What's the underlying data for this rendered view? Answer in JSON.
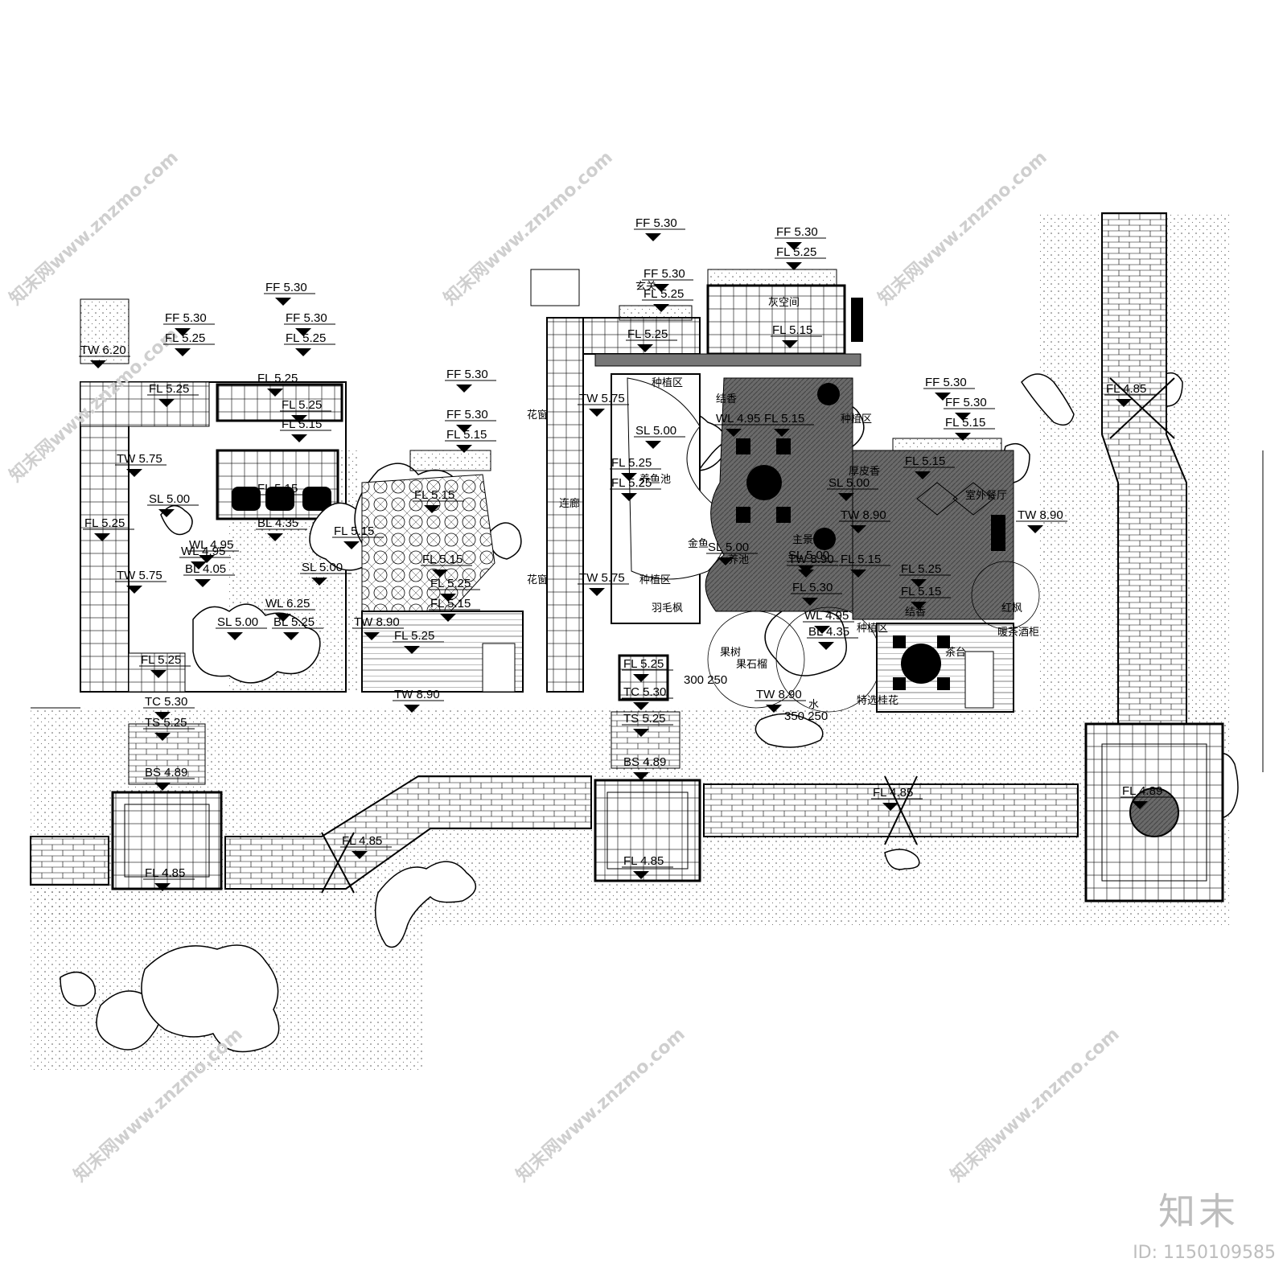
{
  "plan": {
    "elevation_markers": [
      {
        "id": "m1",
        "code": "TW",
        "value": "6.20"
      },
      {
        "id": "m2",
        "code": "FF",
        "value": "5.30"
      },
      {
        "id": "m3",
        "code": "FL",
        "value": "5.25"
      },
      {
        "id": "m4",
        "code": "FF",
        "value": "5.30"
      },
      {
        "id": "m5",
        "code": "FF",
        "value": "5.30"
      },
      {
        "id": "m6",
        "code": "FL",
        "value": "5.25"
      },
      {
        "id": "m7",
        "code": "FL",
        "value": "5.25"
      },
      {
        "id": "m8",
        "code": "FL",
        "value": "5.25"
      },
      {
        "id": "m9",
        "code": "FL",
        "value": "5.25"
      },
      {
        "id": "m10",
        "code": "FL",
        "value": "5.15"
      },
      {
        "id": "m11",
        "code": "TW",
        "value": "5.75"
      },
      {
        "id": "m12",
        "code": "FL",
        "value": "5.15"
      },
      {
        "id": "m13",
        "code": "SL",
        "value": "5.00"
      },
      {
        "id": "m14",
        "code": "FL",
        "value": "5.25"
      },
      {
        "id": "m15",
        "code": "WL",
        "value": "4.95"
      },
      {
        "id": "m16",
        "code": "BL",
        "value": "4.35"
      },
      {
        "id": "m17",
        "code": "WL",
        "value": "4.95"
      },
      {
        "id": "m18",
        "code": "BL",
        "value": "4.05"
      },
      {
        "id": "m19",
        "code": "TW",
        "value": "5.75"
      },
      {
        "id": "m20",
        "code": "SL",
        "value": "5.00"
      },
      {
        "id": "m21",
        "code": "WL",
        "value": "6.25"
      },
      {
        "id": "m22",
        "code": "BL",
        "value": "5.25"
      },
      {
        "id": "m23",
        "code": "SL",
        "value": "5.00"
      },
      {
        "id": "m24",
        "code": "FL",
        "value": "5.25"
      },
      {
        "id": "m25",
        "code": "TC",
        "value": "5.30"
      },
      {
        "id": "m26",
        "code": "TS",
        "value": "5.25"
      },
      {
        "id": "m27",
        "code": "BS",
        "value": "4.89"
      },
      {
        "id": "m28",
        "code": "FL",
        "value": "4.85"
      },
      {
        "id": "m29",
        "code": "FF",
        "value": "5.30"
      },
      {
        "id": "m30",
        "code": "FF",
        "value": "5.30"
      },
      {
        "id": "m31",
        "code": "FL",
        "value": "5.15"
      },
      {
        "id": "m32",
        "code": "FL",
        "value": "5.15"
      },
      {
        "id": "m33",
        "code": "FL",
        "value": "5.15"
      },
      {
        "id": "m34",
        "code": "FL",
        "value": "5.15"
      },
      {
        "id": "m35",
        "code": "FL",
        "value": "5.25"
      },
      {
        "id": "m36",
        "code": "FL",
        "value": "5.15"
      },
      {
        "id": "m37",
        "code": "TW",
        "value": "8.90"
      },
      {
        "id": "m38",
        "code": "FL",
        "value": "5.25"
      },
      {
        "id": "m39",
        "code": "TW",
        "value": "8.90"
      },
      {
        "id": "m40",
        "code": "FL",
        "value": "4.85"
      },
      {
        "id": "m41",
        "code": "FF",
        "value": "5.30"
      },
      {
        "id": "m42",
        "code": "FF",
        "value": "5.30"
      },
      {
        "id": "m43",
        "code": "FL",
        "value": "5.25"
      },
      {
        "id": "m44",
        "code": "FF",
        "value": "5.30"
      },
      {
        "id": "m45",
        "code": "FL",
        "value": "5.25"
      },
      {
        "id": "m46",
        "code": "FL",
        "value": "5.25"
      },
      {
        "id": "m47",
        "code": "FL",
        "value": "5.15"
      },
      {
        "id": "m48",
        "code": "TW",
        "value": "5.75"
      },
      {
        "id": "m49",
        "code": "SL",
        "value": "5.00"
      },
      {
        "id": "m50",
        "code": "FL",
        "value": "5.25"
      },
      {
        "id": "m51",
        "code": "FL",
        "value": "5.25"
      },
      {
        "id": "m52",
        "code": "WL",
        "value": "4.95"
      },
      {
        "id": "m53",
        "code": "FL",
        "value": "5.15"
      },
      {
        "id": "m54",
        "code": "SL",
        "value": "5.00"
      },
      {
        "id": "m55",
        "code": "TW",
        "value": "5.75"
      },
      {
        "id": "m56",
        "code": "SL",
        "value": "5.00"
      },
      {
        "id": "m57",
        "code": "TW",
        "value": "8.90"
      },
      {
        "id": "m58",
        "code": "FL",
        "value": "5.15"
      },
      {
        "id": "m59",
        "code": "FL",
        "value": "5.30"
      },
      {
        "id": "m60",
        "code": "WL",
        "value": "4.95"
      },
      {
        "id": "m61",
        "code": "BL",
        "value": "4.35"
      },
      {
        "id": "m62",
        "code": "FL",
        "value": "5.25"
      },
      {
        "id": "m63",
        "code": "TC",
        "value": "5.30"
      },
      {
        "id": "m64",
        "code": "TS",
        "value": "5.25"
      },
      {
        "id": "m65",
        "code": "TW",
        "value": "8.90"
      },
      {
        "id": "m66",
        "code": "BS",
        "value": "4.89"
      },
      {
        "id": "m67",
        "code": "FL",
        "value": "4.85"
      },
      {
        "id": "m68",
        "code": "FL",
        "value": "4.85"
      },
      {
        "id": "m69",
        "code": "FF",
        "value": "5.30"
      },
      {
        "id": "m70",
        "code": "FF",
        "value": "5.30"
      },
      {
        "id": "m71",
        "code": "FL",
        "value": "5.15"
      },
      {
        "id": "m72",
        "code": "FL",
        "value": "5.15"
      },
      {
        "id": "m73",
        "code": "SL",
        "value": "5.00"
      },
      {
        "id": "m74",
        "code": "TW",
        "value": "8.90"
      },
      {
        "id": "m75",
        "code": "TW",
        "value": "8.90"
      },
      {
        "id": "m76",
        "code": "FL",
        "value": "5.25"
      },
      {
        "id": "m77",
        "code": "FL",
        "value": "5.15"
      },
      {
        "id": "m78",
        "code": "FL",
        "value": "4.85"
      },
      {
        "id": "m79",
        "code": "FL",
        "value": "4.89"
      }
    ],
    "chinese_labels": [
      {
        "id": "c1",
        "text": "花窗"
      },
      {
        "id": "c2",
        "text": "花窗"
      },
      {
        "id": "c3",
        "text": "连廊"
      },
      {
        "id": "c4",
        "text": "玄关"
      },
      {
        "id": "c5",
        "text": "灰空间"
      },
      {
        "id": "c6",
        "text": "种植区"
      },
      {
        "id": "c7",
        "text": "养鱼池"
      },
      {
        "id": "c8",
        "text": "金鱼"
      },
      {
        "id": "c9",
        "text": "养池"
      },
      {
        "id": "c10",
        "text": "种植区"
      },
      {
        "id": "c11",
        "text": "羽毛枫"
      },
      {
        "id": "c12",
        "text": "果树"
      },
      {
        "id": "c13",
        "text": "果石榴"
      },
      {
        "id": "c14",
        "text": "主景树"
      },
      {
        "id": "c15",
        "text": "结香"
      },
      {
        "id": "c16",
        "text": "种植区"
      },
      {
        "id": "c17",
        "text": "厚皮香"
      },
      {
        "id": "c18",
        "text": "室外餐厅"
      },
      {
        "id": "c19",
        "text": "结香"
      },
      {
        "id": "c20",
        "text": "红枫"
      },
      {
        "id": "c21",
        "text": "种植区"
      },
      {
        "id": "c22",
        "text": "特选桂花"
      },
      {
        "id": "c23",
        "text": "暖茶酒柜"
      },
      {
        "id": "c24",
        "text": "茶台"
      },
      {
        "id": "c25",
        "text": "水"
      }
    ],
    "dimension_labels": [
      {
        "id": "d1",
        "text": "350 250"
      },
      {
        "id": "d2",
        "text": "300 250"
      }
    ],
    "watermark_text": "知末网www.znzmo.com"
  },
  "brand": {
    "logo_text": "知末",
    "id_text": "ID: 1150109585"
  }
}
